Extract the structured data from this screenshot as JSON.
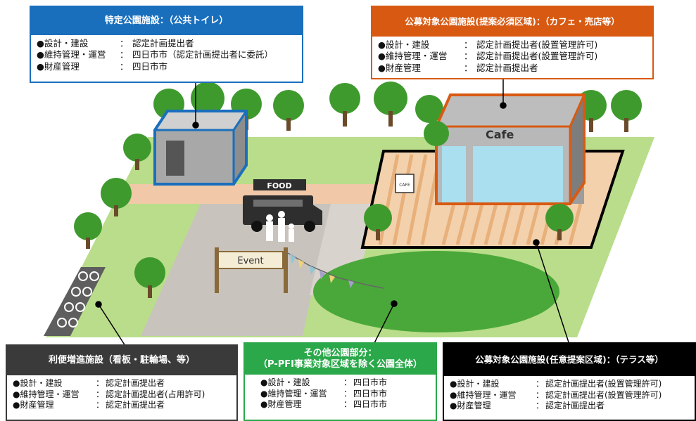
{
  "boxes": {
    "toilet": {
      "title": "特定公園施設：（公共トイレ）",
      "rows": [
        {
          "key": "●設計・建設",
          "sep": "：",
          "val": "認定計画提出者"
        },
        {
          "key": "●維持管理・運営",
          "sep": "：",
          "val": "四日市市（認定計画提出者に委託）"
        },
        {
          "key": "●財産管理",
          "sep": "：",
          "val": "四日市市"
        }
      ]
    },
    "cafe": {
      "title": "公募対象公園施設(提案必須区域)：（カフェ・売店等）",
      "rows": [
        {
          "key": "●設計・建設",
          "sep": "：",
          "val": "認定計画提出者(設置管理許可)"
        },
        {
          "key": "●維持管理・運営",
          "sep": "：",
          "val": "認定計画提出者(設置管理許可)"
        },
        {
          "key": "●財産管理",
          "sep": "：",
          "val": "認定計画提出者"
        }
      ]
    },
    "convenience": {
      "title": "利便増進施設（看板・駐輪場、等）",
      "rows": [
        {
          "key": "●設計・建設",
          "sep": "：",
          "val": "認定計画提出者"
        },
        {
          "key": "●維持管理・運営",
          "sep": "：",
          "val": "認定計画提出者(占用許可)"
        },
        {
          "key": "●財産管理",
          "sep": "：",
          "val": "認定計画提出者"
        }
      ]
    },
    "other": {
      "title_line1": "その他公園部分：",
      "title_line2": "（P-PFI事業対象区域を除く公園全体）",
      "rows": [
        {
          "key": "●設計・建設",
          "sep": "：",
          "val": "四日市市"
        },
        {
          "key": "●維持管理・運営",
          "sep": "：",
          "val": "四日市市"
        },
        {
          "key": "●財産管理",
          "sep": "：",
          "val": "四日市市"
        }
      ]
    },
    "terrace": {
      "title": "公募対象公園施設(任意提案区域)：（テラス等）",
      "rows": [
        {
          "key": "●設計・建設",
          "sep": "：",
          "val": "認定計画提出者(設置管理許可)"
        },
        {
          "key": "●維持管理・運営",
          "sep": "：",
          "val": "認定計画提出者(設置管理許可)"
        },
        {
          "key": "●財産管理",
          "sep": "：",
          "val": "認定計画提出者"
        }
      ]
    }
  },
  "scene": {
    "cafe_sign": "Cafe",
    "food_sign": "FOOD",
    "event_sign": "Event",
    "cafe_board": "CAFE"
  },
  "colors": {
    "blue": "#1a6fbd",
    "orange": "#d85a12",
    "dark": "#3a3a3a",
    "green": "#2aa84a",
    "black": "#000000",
    "lawn": "#b9dd8a",
    "grass_oval": "#4aa83a",
    "path": "#c9c3bd"
  }
}
